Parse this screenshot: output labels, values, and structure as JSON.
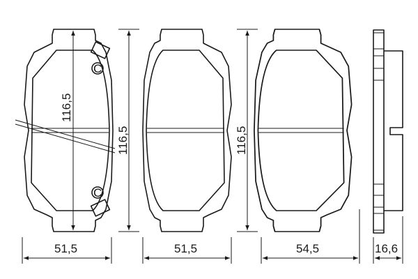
{
  "drawing": {
    "pad_1": {
      "height_label": "116,5",
      "width_label": "51,5"
    },
    "pad_2": {
      "height_label": "116,5",
      "width_label": "51,5"
    },
    "pad_3": {
      "height_label": "116,5",
      "width_label": "54,5"
    },
    "side_view": {
      "thickness_label": "16,6"
    },
    "clip_marking": "C"
  },
  "colors": {
    "line": "#1a1a1a",
    "background": "#ffffff"
  }
}
